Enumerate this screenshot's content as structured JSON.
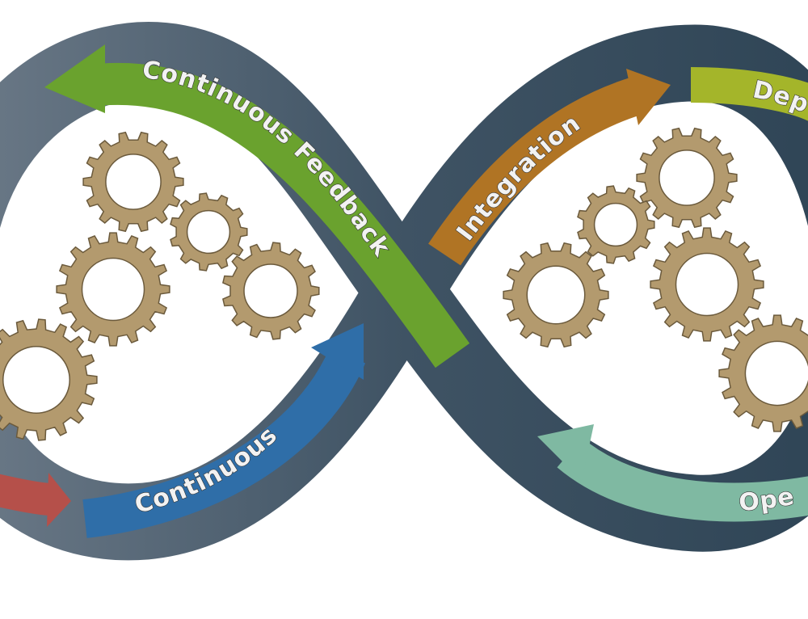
{
  "diagram": {
    "colors": {
      "band": "#4a5d6d",
      "band_dark": "#2e4455",
      "feedback": "#6aa22e",
      "integration": "#b07424",
      "deployment": "#a4b52a",
      "continuous": "#2f6ea8",
      "red": "#b5504a",
      "operations": "#7fb9a2",
      "gear": "#b39a6e"
    },
    "labels": {
      "feedback": "Continuous Feedback",
      "integration": "Integration",
      "deployment": "Dep",
      "continuous": "Continuous",
      "operations": "Ope"
    },
    "icons": [
      "gear-icon",
      "arrow-icon",
      "infinity-loop-icon"
    ]
  }
}
